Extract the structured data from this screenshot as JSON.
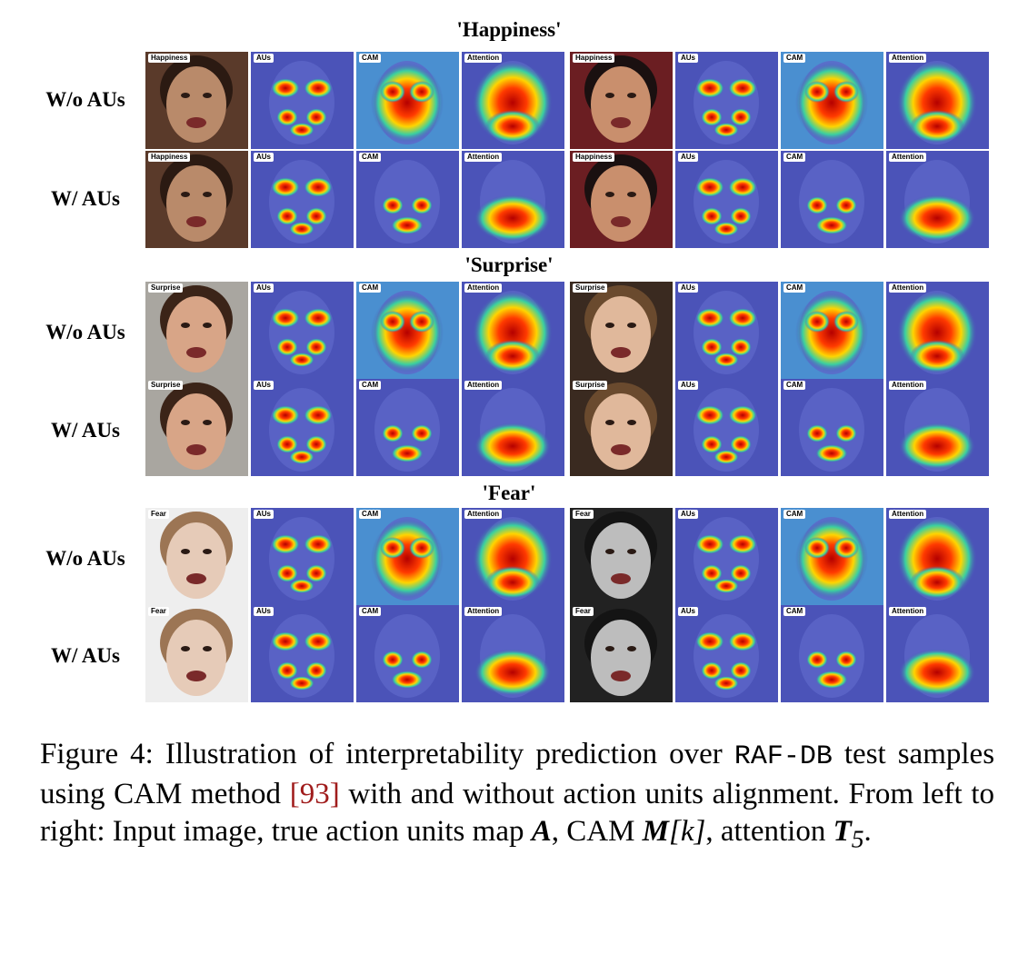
{
  "sections": [
    {
      "title": "'Happiness'",
      "rows": [
        {
          "label": "W/o AUs",
          "tags": [
            "Happiness",
            "AUs",
            "CAM",
            "Attention"
          ]
        },
        {
          "label": "W/ AUs",
          "tags": [
            "Happiness",
            "AUs",
            "CAM",
            "Attention"
          ]
        }
      ]
    },
    {
      "title": "'Surprise'",
      "rows": [
        {
          "label": "W/o AUs",
          "tags": [
            "Surprise",
            "AUs",
            "CAM",
            "Attention"
          ]
        },
        {
          "label": "W/ AUs",
          "tags": [
            "Surprise",
            "AUs",
            "CAM",
            "Attention"
          ]
        }
      ]
    },
    {
      "title": "'Fear'",
      "rows": [
        {
          "label": "W/o AUs",
          "tags": [
            "Fear",
            "AUs",
            "CAM",
            "Attention"
          ]
        },
        {
          "label": "W/ AUs",
          "tags": [
            "Fear",
            "AUs",
            "CAM",
            "Attention"
          ]
        }
      ]
    }
  ],
  "caption": {
    "figure_label": "Figure 4:",
    "text_1": "Illustration of interpretability prediction over",
    "dataset": "RAF-DB",
    "text_2": "test samples using CAM method",
    "ref_open": "[",
    "ref": "93",
    "ref_close": "]",
    "text_3": "with and without action units alignment. From left to right: Input image, true action units map",
    "sym_A": "A",
    "text_4": ", CAM",
    "sym_M": "M",
    "sym_k": "[k]",
    "text_5": ", attention",
    "sym_T": "T",
    "sym_T_sub": "5",
    "text_6": "."
  }
}
